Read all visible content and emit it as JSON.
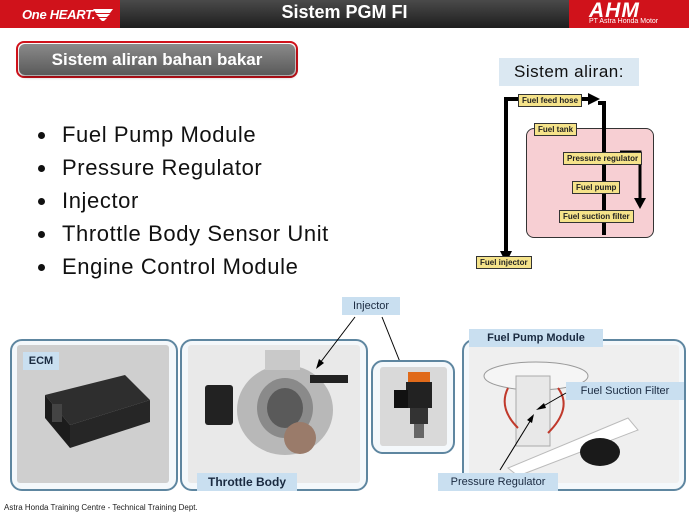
{
  "header": {
    "left_brand": "One HEART.",
    "title": "Sistem PGM FI",
    "right_brand": "AHM",
    "right_brand_sub": "PT Astra Honda Motor",
    "brand_color": "#d0121b"
  },
  "section": {
    "title": "Sistem aliran bahan bakar"
  },
  "bullets": [
    "Fuel Pump Module",
    "Pressure Regulator",
    "Injector",
    "Throttle Body Sensor Unit",
    "Engine Control Module"
  ],
  "flow": {
    "title": "Sistem aliran:",
    "labels": {
      "feed_hose": "Fuel feed hose",
      "tank": "Fuel tank",
      "regulator": "Pressure regulator",
      "pump": "Fuel pump",
      "suction_filter": "Fuel suction filter",
      "injector": "Fuel injector"
    }
  },
  "photos": {
    "ecm": "ECM",
    "throttle_body": "Throttle Body",
    "injector": "Injector",
    "fuel_pump_module": "Fuel Pump Module",
    "fuel_suction_filter": "Fuel Suction Filter",
    "pressure_regulator": "Pressure Regulator"
  },
  "footer": "Astra Honda Training Centre - Technical Training Dept."
}
